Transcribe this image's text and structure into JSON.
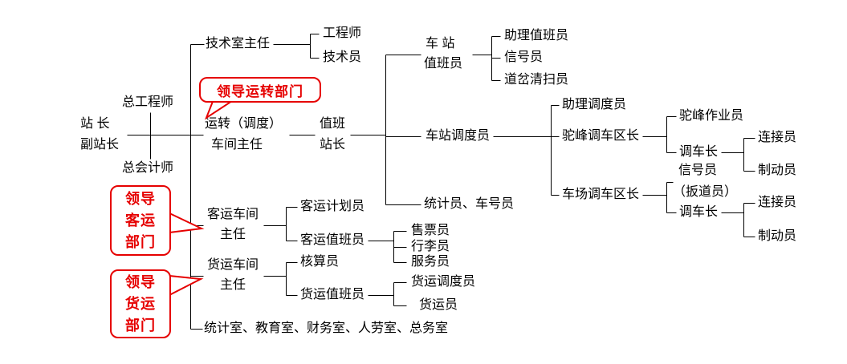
{
  "colors": {
    "background": "#ffffff",
    "line": "#000000",
    "text": "#000000",
    "callout_red": "#e60000"
  },
  "leadership": {
    "station_master": "站 长",
    "deputy_station_master": "副站长",
    "chief_engineer": "总工程师",
    "chief_accountant": "总会计师"
  },
  "technical": {
    "director": "技术室主任",
    "engineer": "工程师",
    "technician": "技术员"
  },
  "operation": {
    "director_line1": "运转（调度）",
    "director_line2": "车间主任",
    "duty_station_master_line1": "值班",
    "duty_station_master_line2": "站长",
    "station_duty_officer_line1": "车 站",
    "station_duty_officer_line2": "值班员",
    "assistant_duty_officer": "助理值班员",
    "signalman": "信号员",
    "switch_cleaner": "道岔清扫员",
    "station_dispatcher": "车站调度员",
    "assistant_dispatcher": "助理调度员",
    "hump_shunting_district_chief": "驼峰调车区长",
    "hump_operator": "驼峰作业员",
    "hump_shunting_leader": "调车长",
    "hump_coupler": "连接员",
    "hump_brakeman": "制动员",
    "yard_shunting_district_chief": "车场调车区长",
    "yard_signalman_line1": "信号员",
    "yard_signalman_line2": "（扳道员）",
    "yard_shunting_leader": "调车长",
    "yard_coupler": "连接员",
    "yard_brakeman": "制动员",
    "statistician_car_number_clerk": "统计员、车号员"
  },
  "passenger": {
    "director_line1": "客运车间",
    "director_line2": "主任",
    "planner": "客运计划员",
    "duty_officer": "客运值班员",
    "ticket_seller": "售票员",
    "baggage_clerk": "行李员",
    "attendant": "服务员"
  },
  "freight": {
    "director_line1": "货运车间",
    "director_line2": "主任",
    "accountant": "核算员",
    "duty_officer": "货运值班员",
    "dispatcher": "货运调度员",
    "freight_clerk": "货运员"
  },
  "offices": {
    "admin_row": "统计室、教育室、财务室、人劳室、总务室"
  },
  "callouts": {
    "operation": "领导运转部门",
    "passenger_line1": "领导",
    "passenger_line2": "客运",
    "passenger_line3": "部门",
    "freight_line1": "领导",
    "freight_line2": "货运",
    "freight_line3": "部门"
  }
}
